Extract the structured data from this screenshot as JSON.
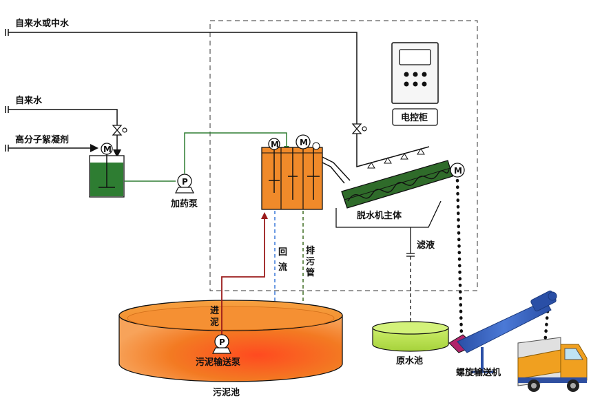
{
  "pipes": {
    "tap_or_reclaimed": "自来水或中水",
    "tap_water": "自来水",
    "flocculant": "高分子絮凝剂"
  },
  "equipment": {
    "dosing_pump": "加药泵",
    "control_cabinet": "电控柜",
    "dewatering_body": "脱水机主体",
    "filtrate": "滤液",
    "raw_water_tank": "原水池",
    "screw_conveyor": "螺旋输送机",
    "sludge_pump": "污泥输送泵",
    "sludge_tank": "污泥池"
  },
  "flows": {
    "return_1": "回",
    "return_2": "流",
    "drain_1": "排",
    "drain_2": "污",
    "drain_3": "管",
    "inlet_1": "进",
    "inlet_2": "泥"
  },
  "symbols": {
    "motor": "M",
    "pump": "P"
  },
  "colors": {
    "chem_tank": "#2e7d32",
    "mixing_tank": "#f08a2a",
    "sludge_tank": "#f07a1e",
    "raw_tank": "#b5e048",
    "dewatering": "#2f6b2a",
    "conveyor": "#2f55b0",
    "truck": "#f0a020",
    "return_line": "#3a78d8",
    "drain_line": "#3f6d22",
    "sludge_line": "#9b1b1b",
    "chem_line": "#2e7d32"
  }
}
